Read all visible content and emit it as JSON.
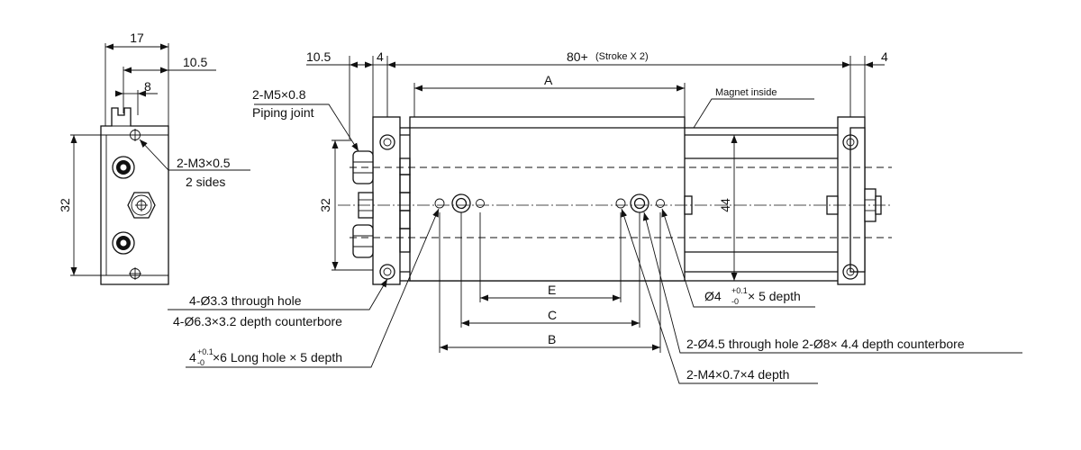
{
  "side_view": {
    "dim_width": "17",
    "dim_offset": "10.5",
    "dim_short": "8",
    "dim_height": "32",
    "mount_hole_label": "2-M3×0.5",
    "mount_hole_note": "2 sides"
  },
  "front_view": {
    "dim_left": "10.5",
    "dim_left_plate": "4",
    "dim_total": "80+",
    "dim_total_note": "(Stroke X 2)",
    "dim_right_plate": "4",
    "dim_a": "A",
    "dim_b": "B",
    "dim_c": "C",
    "dim_e": "E",
    "dim_height_left": "32",
    "dim_height_right": "44",
    "magnet_label": "Magnet inside",
    "piping_label": "2-M5×0.8",
    "piping_note": "Piping joint",
    "through_hole_label": "4-Ø3.3 through hole",
    "counterbore_label": "4-Ø6.3×3.2 depth counterbore",
    "long_hole_prefix": "4",
    "long_hole_tol_upper": "+0.1",
    "long_hole_tol_lower": "-0",
    "long_hole_suffix": "×6 Long hole × 5 depth",
    "pin_hole_prefix": "Ø4",
    "pin_hole_tol_upper": "+0.1",
    "pin_hole_tol_lower": "-0",
    "pin_hole_suffix": "× 5 depth",
    "table_hole_label": "2-Ø4.5 through hole 2-Ø8× 4.4 depth counterbore",
    "tapped_hole_label": "2-M4×0.7×4 depth"
  }
}
